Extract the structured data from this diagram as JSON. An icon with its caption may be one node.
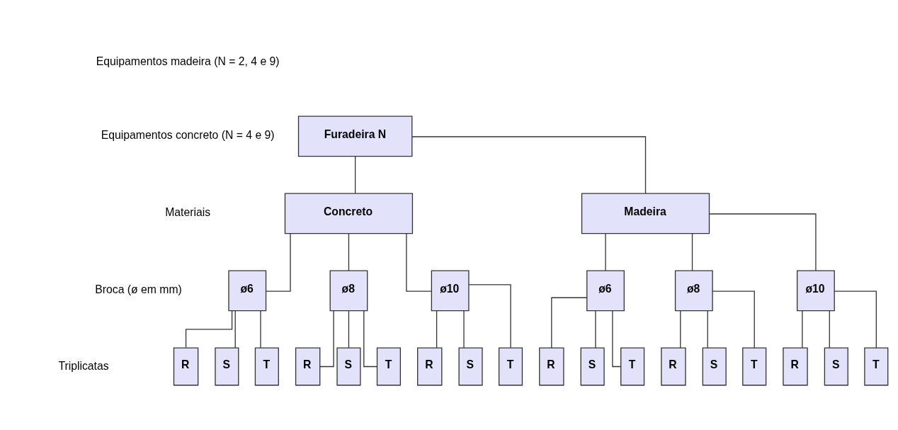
{
  "diagram": {
    "nodes": [
      {
        "text": [
          "Furadeira N"
        ]
      },
      {
        "text": [
          "Concreto"
        ]
      },
      {
        "text": [
          "Madeira"
        ]
      },
      {
        "text": [
          "ø6"
        ]
      },
      {
        "text": [
          "ø8"
        ]
      },
      {
        "text": [
          "ø10"
        ]
      },
      {
        "text": [
          "ø6"
        ]
      },
      {
        "text": [
          "ø8"
        ]
      },
      {
        "text": [
          "ø10"
        ]
      },
      {
        "text": [
          "R"
        ]
      },
      {
        "text": [
          "S"
        ]
      },
      {
        "text": [
          "T"
        ]
      },
      {
        "text": [
          "R"
        ]
      },
      {
        "text": [
          "S"
        ]
      },
      {
        "text": [
          "T"
        ]
      },
      {
        "text": [
          "R"
        ]
      },
      {
        "text": [
          "S"
        ]
      },
      {
        "text": [
          "T"
        ]
      },
      {
        "text": [
          "R"
        ]
      },
      {
        "text": [
          "S"
        ]
      },
      {
        "text": [
          "T"
        ]
      },
      {
        "text": [
          "R"
        ]
      },
      {
        "text": [
          "S"
        ]
      },
      {
        "text": [
          "T"
        ]
      },
      {
        "text": [
          "R"
        ]
      },
      {
        "text": [
          "S"
        ]
      },
      {
        "text": [
          "T"
        ]
      }
    ],
    "edges": [
      {
        "from": 0,
        "to": 1,
        "arrow": "none"
      },
      {
        "from": 0,
        "to": 2,
        "arrow": "none"
      },
      {
        "from": 1,
        "to": 3,
        "arrow": "none"
      },
      {
        "from": 1,
        "to": 4,
        "arrow": "none"
      },
      {
        "from": 1,
        "to": 5,
        "arrow": "none"
      },
      {
        "from": 2,
        "to": 6,
        "arrow": "none"
      },
      {
        "from": 2,
        "to": 7,
        "arrow": "none"
      },
      {
        "from": 2,
        "to": 8,
        "arrow": "none"
      },
      {
        "from": 3,
        "to": 9,
        "arrow": "none"
      },
      {
        "from": 3,
        "to": 10,
        "arrow": "none"
      },
      {
        "from": 3,
        "to": 11,
        "arrow": "none"
      },
      {
        "from": 4,
        "to": 12,
        "arrow": "none"
      },
      {
        "from": 4,
        "to": 13,
        "arrow": "none"
      },
      {
        "from": 4,
        "to": 14,
        "arrow": "none"
      },
      {
        "from": 5,
        "to": 15,
        "arrow": "none"
      },
      {
        "from": 5,
        "to": 16,
        "arrow": "none"
      },
      {
        "from": 5,
        "to": 17,
        "arrow": "none"
      },
      {
        "from": 6,
        "to": 18,
        "arrow": "none"
      },
      {
        "from": 6,
        "to": 19,
        "arrow": "none"
      },
      {
        "from": 6,
        "to": 20,
        "arrow": "none"
      },
      {
        "from": 7,
        "to": 21,
        "arrow": "none"
      },
      {
        "from": 7,
        "to": 22,
        "arrow": "none"
      },
      {
        "from": 7,
        "to": 23,
        "arrow": "none"
      },
      {
        "from": 8,
        "to": 24,
        "arrow": "none"
      },
      {
        "from": 8,
        "to": 25,
        "arrow": "none"
      },
      {
        "from": 8,
        "to": 26,
        "arrow": "none"
      }
    ],
    "labels": [
      "Equipamentos madeira (N = 2, 4 e 9)",
      "Equipamentos concreto (N = 4 e 9)",
      "Materiais",
      "Broca (ø em mm)",
      "Triplicatas"
    ]
  }
}
